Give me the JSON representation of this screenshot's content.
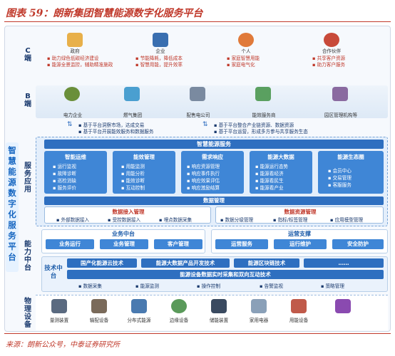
{
  "header": {
    "title": "图表 59：朗新集团智慧能源数字化服务平台"
  },
  "source": "来源：朗新公众号，中泰证券研究所",
  "side_title": "智慧能源数字化服务平台",
  "layers": {
    "c": "C端",
    "b": "B端",
    "service": "服务应用",
    "capability": "能力中台",
    "device": "物理设备"
  },
  "c_end": [
    {
      "name": "政府",
      "lines": [
        "助力绿色低碳经济建设",
        "能源全景监控，辅助精准施政"
      ],
      "icon": "government-icon"
    },
    {
      "name": "企业",
      "lines": [
        "节能降耗，降低成本",
        "智慧用能，提升效率"
      ],
      "icon": "enterprise-icon"
    },
    {
      "name": "个人",
      "lines": [
        "家庭智慧用能",
        "家庭电气化"
      ],
      "icon": "person-icon"
    },
    {
      "name": "合作伙伴",
      "lines": [
        "共享客户资源",
        "助力客户服务"
      ],
      "icon": "partner-icon"
    }
  ],
  "b_end": [
    {
      "name": "电力企业",
      "icon": "power-company-icon"
    },
    {
      "name": "燃气集团",
      "icon": "gas-group-icon"
    },
    {
      "name": "配售电公司",
      "icon": "power-distribution-icon"
    },
    {
      "name": "能效服务商",
      "icon": "efficiency-service-icon"
    },
    {
      "name": "园区管理机构等",
      "icon": "park-management-icon"
    }
  ],
  "b_notes_left": [
    "基于平台洞察市场，达成交易",
    "基于平台开展能效服务和数据服务"
  ],
  "b_notes_right": [
    "基于平台整合产业链资源、数据资源",
    "基于平台运营，形成多方参与共享服务生态"
  ],
  "service": {
    "title": "智慧能源服务",
    "modules": [
      {
        "title": "智能运维",
        "items": [
          "运行监视",
          "故障诊断",
          "巡检消缺",
          "服务评价"
        ]
      },
      {
        "title": "能效管理",
        "items": [
          "用能监测",
          "用能分析",
          "能效诊断",
          "互动控制"
        ]
      },
      {
        "title": "需求响应",
        "items": [
          "响应资源管理",
          "响应事件执行",
          "响应效果评估",
          "响应激励结算"
        ]
      },
      {
        "title": "能源大数据",
        "items": [
          "能源运行态势",
          "能源看经济",
          "能源看民生",
          "能源看产业"
        ]
      },
      {
        "title": "能源生态圈",
        "items": [
          "会员中心",
          "交易管理",
          "客服服务"
        ]
      }
    ],
    "data_mgmt": "数据管理",
    "data_access": {
      "title": "数据接入管理",
      "items": [
        "外部数据接入",
        "受控数据接入",
        "埋点数据采集"
      ]
    },
    "data_asset": {
      "title": "数据资源管理",
      "items": [
        "数据分级管理",
        "指标/标签管理",
        "应用模型管理"
      ]
    }
  },
  "capability": {
    "business": {
      "title": "业务中台",
      "items": [
        "业务运行",
        "业务管理",
        "客户管理"
      ]
    },
    "ops": {
      "title": "运营支撑",
      "items": [
        "运营服务",
        "运行维护",
        "安全防护"
      ]
    },
    "tech_label": "技术中台",
    "tech_row1": [
      "国产化能源云技术",
      "能源大数据产品开发技术",
      "能源区块链技术",
      "……"
    ],
    "tech_row2": "能源设备数据实时采集和双向互动技术",
    "tech_row3": [
      "数据采集",
      "能源监测",
      "操作控制",
      "告警监视",
      "策略管理"
    ]
  },
  "devices": [
    {
      "name": "量测装置",
      "icon": "meter-device-icon"
    },
    {
      "name": "输配设备",
      "icon": "transmission-device-icon"
    },
    {
      "name": "分布式能源",
      "icon": "distributed-energy-icon"
    },
    {
      "name": "边缘设备",
      "icon": "edge-device-icon"
    },
    {
      "name": "储能装置",
      "icon": "energy-storage-icon"
    },
    {
      "name": "家用电器",
      "icon": "home-appliance-icon"
    },
    {
      "name": "用能设备",
      "icon": "energy-equipment-icon"
    },
    {
      "name": "",
      "icon": "more-device-icon"
    }
  ]
}
